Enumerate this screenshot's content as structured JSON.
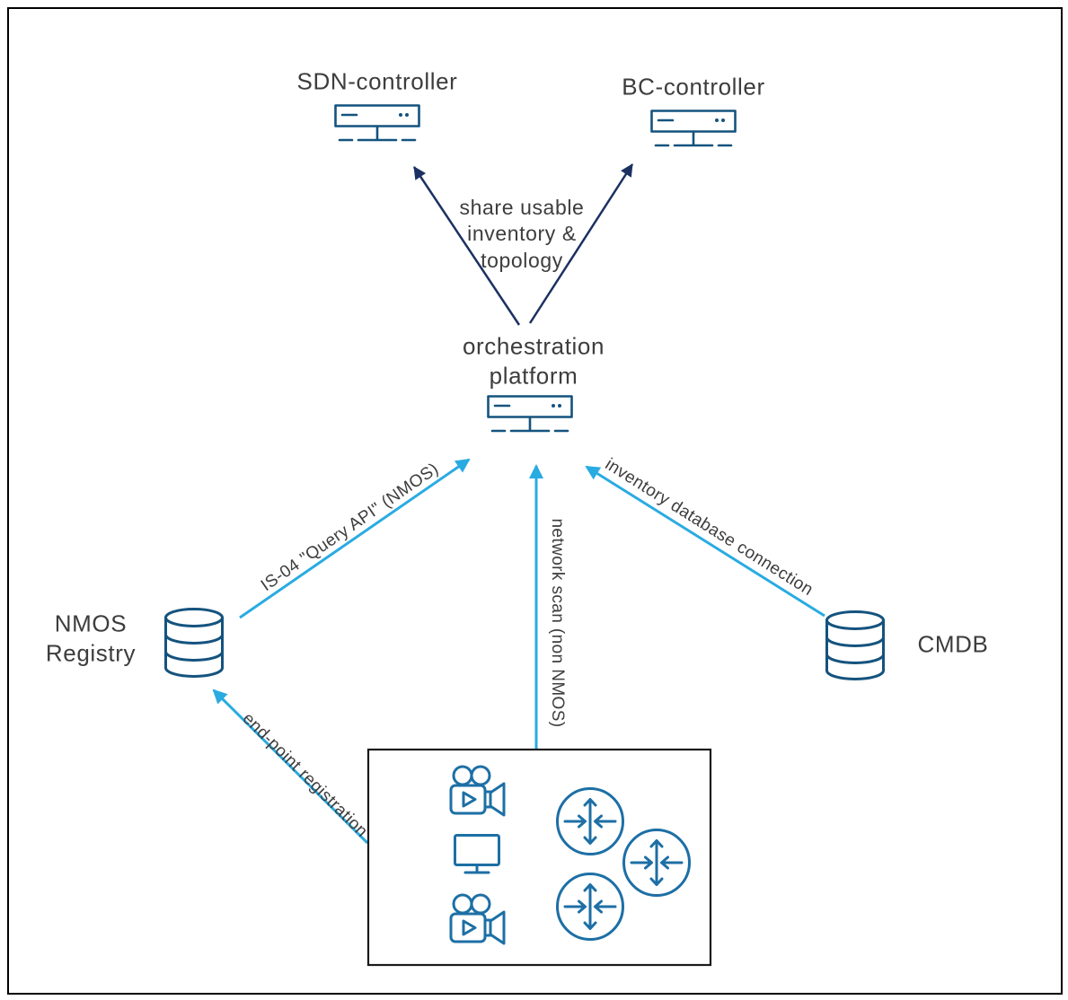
{
  "colors": {
    "navy_arrow": "#1b3162",
    "cyan_arrow": "#29abe2",
    "icon_primary": "#14537e",
    "icon_device": "#1d6fa5",
    "text_color": "#3d3d3d",
    "frame_border": "#000000",
    "devbox_border": "#1a1a1a"
  },
  "nodes": {
    "sdn_controller": "SDN-controller",
    "bc_controller": "BC-controller",
    "orchestration_platform": "orchestration\nplatform",
    "nmos_registry": "NMOS\nRegistry",
    "cmdb": "CMDB"
  },
  "edges": {
    "share_inventory": "share usable\ninventory &\ntopology",
    "is04_query_api": "IS-04 \"Query API\" (NMOS)",
    "network_scan": "network scan (non NMOS)",
    "inventory_db_connection": "inventory database connection",
    "endpoint_registration": "end-point registration"
  }
}
